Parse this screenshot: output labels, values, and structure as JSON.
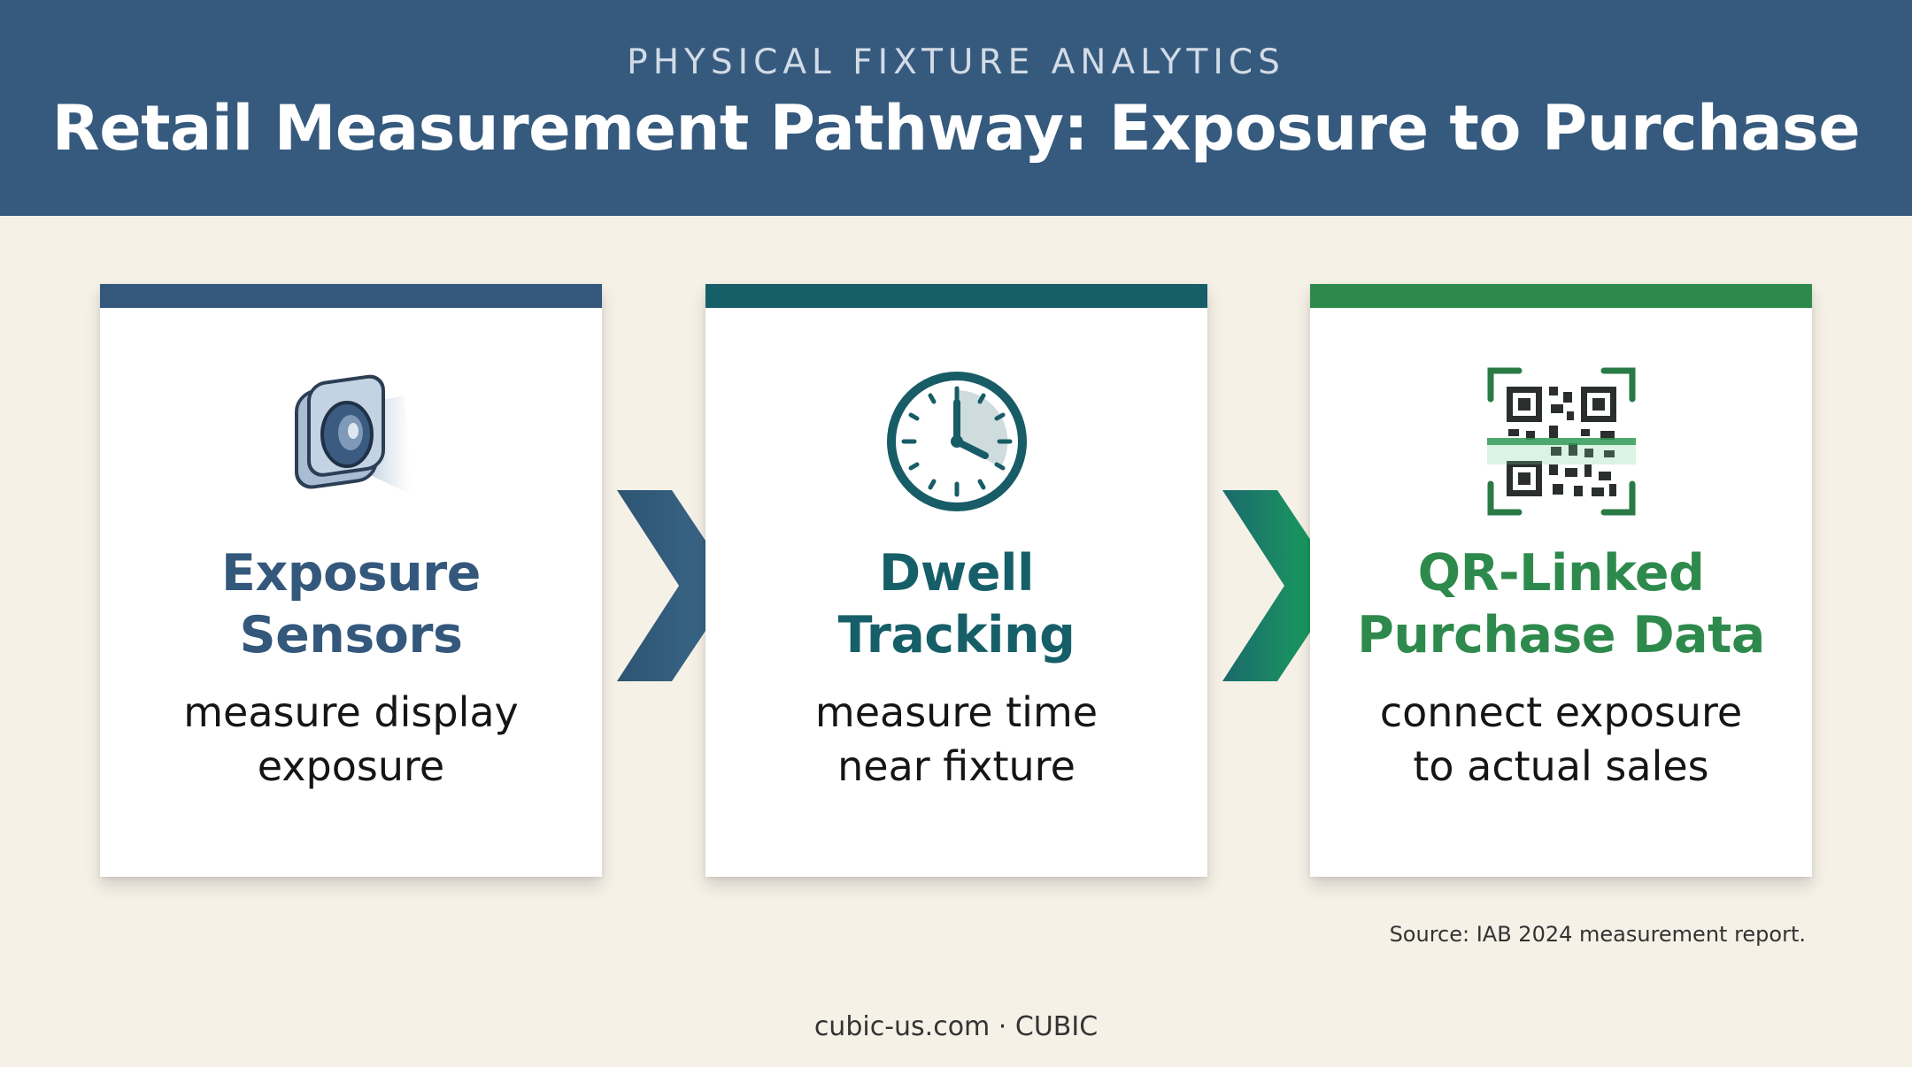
{
  "header": {
    "eyebrow": "PHYSICAL FIXTURE ANALYTICS",
    "title": "Retail Measurement Pathway: Exposure to Purchase"
  },
  "colors": {
    "header_bg": "#365a7e",
    "step1": "#34587c",
    "step2": "#165f68",
    "step3": "#2e8a4c",
    "background": "#f6f1e7"
  },
  "steps": [
    {
      "icon": "sensor-camera-icon",
      "title_lines": [
        "Exposure",
        "Sensors"
      ],
      "desc_lines": [
        "measure display",
        "exposure"
      ]
    },
    {
      "icon": "clock-icon",
      "title_lines": [
        "Dwell",
        "Tracking"
      ],
      "desc_lines": [
        "measure time",
        "near fixture"
      ]
    },
    {
      "icon": "qr-code-scan-icon",
      "title_lines": [
        "QR-Linked",
        "Purchase Data"
      ],
      "desc_lines": [
        "connect exposure",
        "to actual sales"
      ]
    }
  ],
  "source": "Source: IAB 2024 measurement report.",
  "footer": "cubic-us.com · CUBIC"
}
